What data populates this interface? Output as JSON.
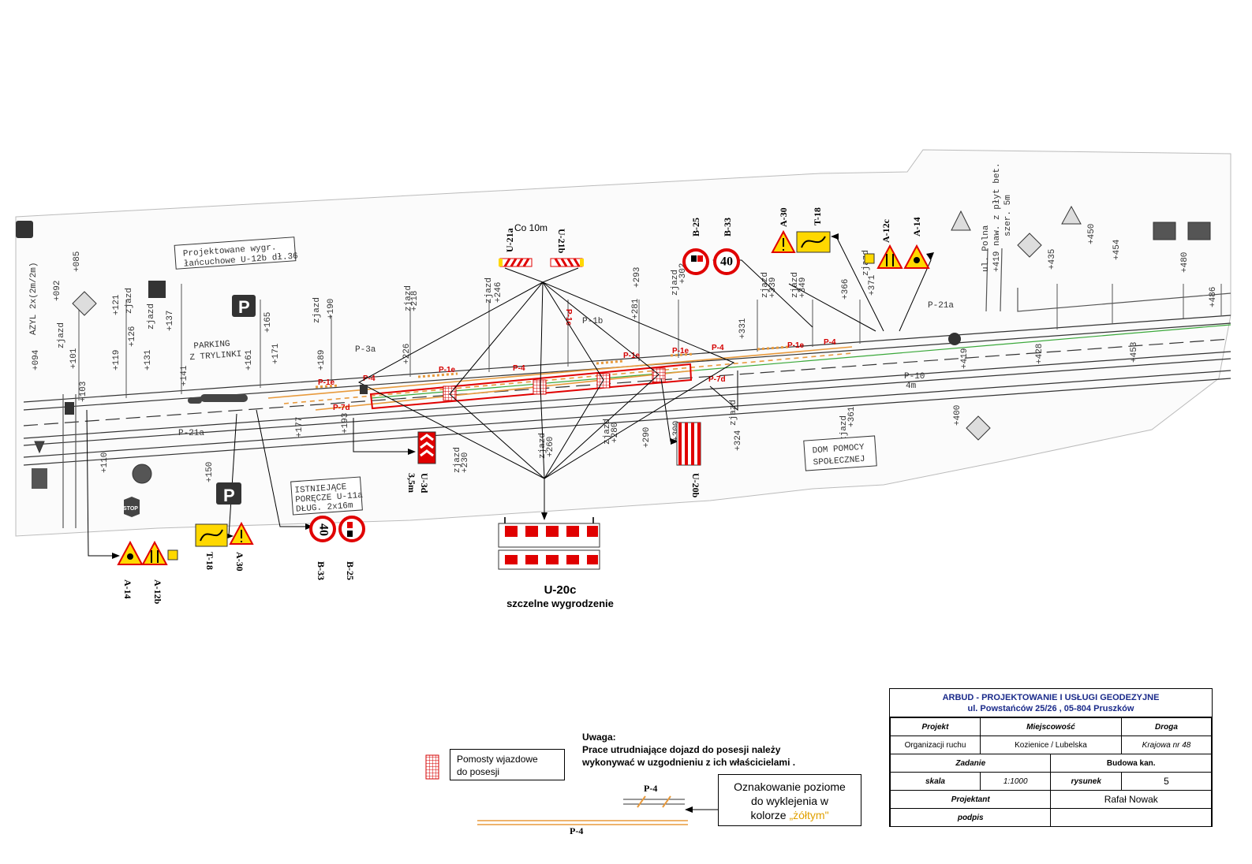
{
  "signs": {
    "a14_left": "A-14",
    "a12b_left": "A-12b",
    "t18_left": "T-18",
    "a30_left": "A-30",
    "b33_left": "B-33",
    "b25_left": "B-25",
    "b33_left_value": "40",
    "u21a": "U-21a",
    "u21a_note": "Co 10m",
    "u21b": "U-21b",
    "b25_right": "B-25",
    "b33_right": "B-33",
    "b33_right_value": "40",
    "a30_right": "A-30",
    "t18_right": "T-18",
    "a12c_right": "A-12c",
    "a14_right": "A-14",
    "u3d": "U-3d",
    "u3d_width": "3,5m",
    "u20b": "U-20b",
    "stop": "STOP",
    "parking": "P"
  },
  "road_labels": {
    "p1b": "P-1b",
    "p3a": "P-3a",
    "p21a_right": "P-21a",
    "p10": "P-10",
    "p10_len": "4m",
    "p21a_left": "P-21a",
    "parking_area": "PARKING",
    "parking_area2": "Z TRYLINKI",
    "projected_a": "Projektowane wygr.",
    "projected_b": "łańcuchowe U-12b dł.36",
    "existing_a": "ISTNIEJĄCE",
    "existing_b": "PORĘCZE U-11a",
    "existing_c": "DŁUG. 2x16m",
    "dom_a": "DOM POMOCY",
    "dom_b": "SPOŁECZNEJ",
    "azyl": "AZYL 2x(2m/2m)",
    "ul_polna": "ul. Polna",
    "ul_polna_b": "+419 naw. z płyt bet.",
    "ul_polna_c": "szer. 5m",
    "zjazd": "zjazd"
  },
  "chainage": [
    "+085",
    "+092",
    "+094",
    "+101",
    "+103",
    "+110",
    "+119",
    "+121",
    "+126",
    "+131",
    "+137",
    "+141",
    "+150",
    "+161",
    "+165",
    "+171",
    "+177",
    "+189",
    "+190",
    "+193",
    "+218",
    "+226",
    "+230",
    "+246",
    "+260",
    "+280",
    "+281",
    "+290",
    "+293",
    "+300",
    "+302",
    "+324",
    "+331",
    "+339",
    "+349",
    "+361",
    "+366",
    "+371",
    "+400",
    "+419",
    "+428",
    "+435",
    "+450",
    "+453",
    "+454",
    "+480",
    "+486"
  ],
  "markings": {
    "p1e_1": "P-1e",
    "p4_1": "P-4",
    "p1e_2": "P-1e",
    "p4_2": "P-4",
    "p1e_3": "P-1e",
    "p1e_4": "P-1e",
    "p4_3": "P-4",
    "p1e_5": "P-1e",
    "p4_4": "P-4",
    "p7d_1": "P-7d",
    "p7d_2": "P-7d",
    "p1e_6": "P-1e"
  },
  "u20c": {
    "code": "U-20c",
    "desc": "szczelne wygrodzenie"
  },
  "legend": {
    "pomosty_a": "Pomosty wjazdowe",
    "pomosty_b": "do posesji",
    "p4_small": "P-4",
    "p4_line": "P-4"
  },
  "note": {
    "title": "Uwaga:",
    "line1": "Prace utrudniające dojazd do posesji należy",
    "line2": "wykonywać w uzgodnieniu z ich właścicielami ."
  },
  "yellow_note": {
    "line1": "Oznakowanie poziome",
    "line2": "do wyklejenia w",
    "line3": "kolorze",
    "color_word": "„żółtym\""
  },
  "title_block": {
    "company": "ARBUD - PROJEKTOWANIE I USŁUGI GEODEZYJNE",
    "address": "ul. Powstańców 25/26 , 05-804 Pruszków",
    "h_projekt": "Projekt",
    "h_miejscowosc": "Miejscowość",
    "h_droga": "Droga",
    "v_projekt": "Organizacji ruchu",
    "v_miejscowosc": "Kozienice / Lubelska",
    "v_droga": "Krajowa nr 48",
    "h_zadanie": "Zadanie",
    "v_zadanie": "Budowa kan.",
    "h_skala": "skala",
    "v_skala": "1:1000",
    "h_rysunek": "rysunek",
    "v_rysunek": "5",
    "h_projektant": "Projektant",
    "v_projektant": "Rafał Nowak",
    "h_podpis": "podpis",
    "v_podpis": ""
  },
  "colors": {
    "sign_yellow": "#ffd800",
    "sign_red": "#e00000",
    "marking_orange": "#e89a3c",
    "axis_green": "#3aa83a",
    "title_blue": "#1a2a8a"
  }
}
